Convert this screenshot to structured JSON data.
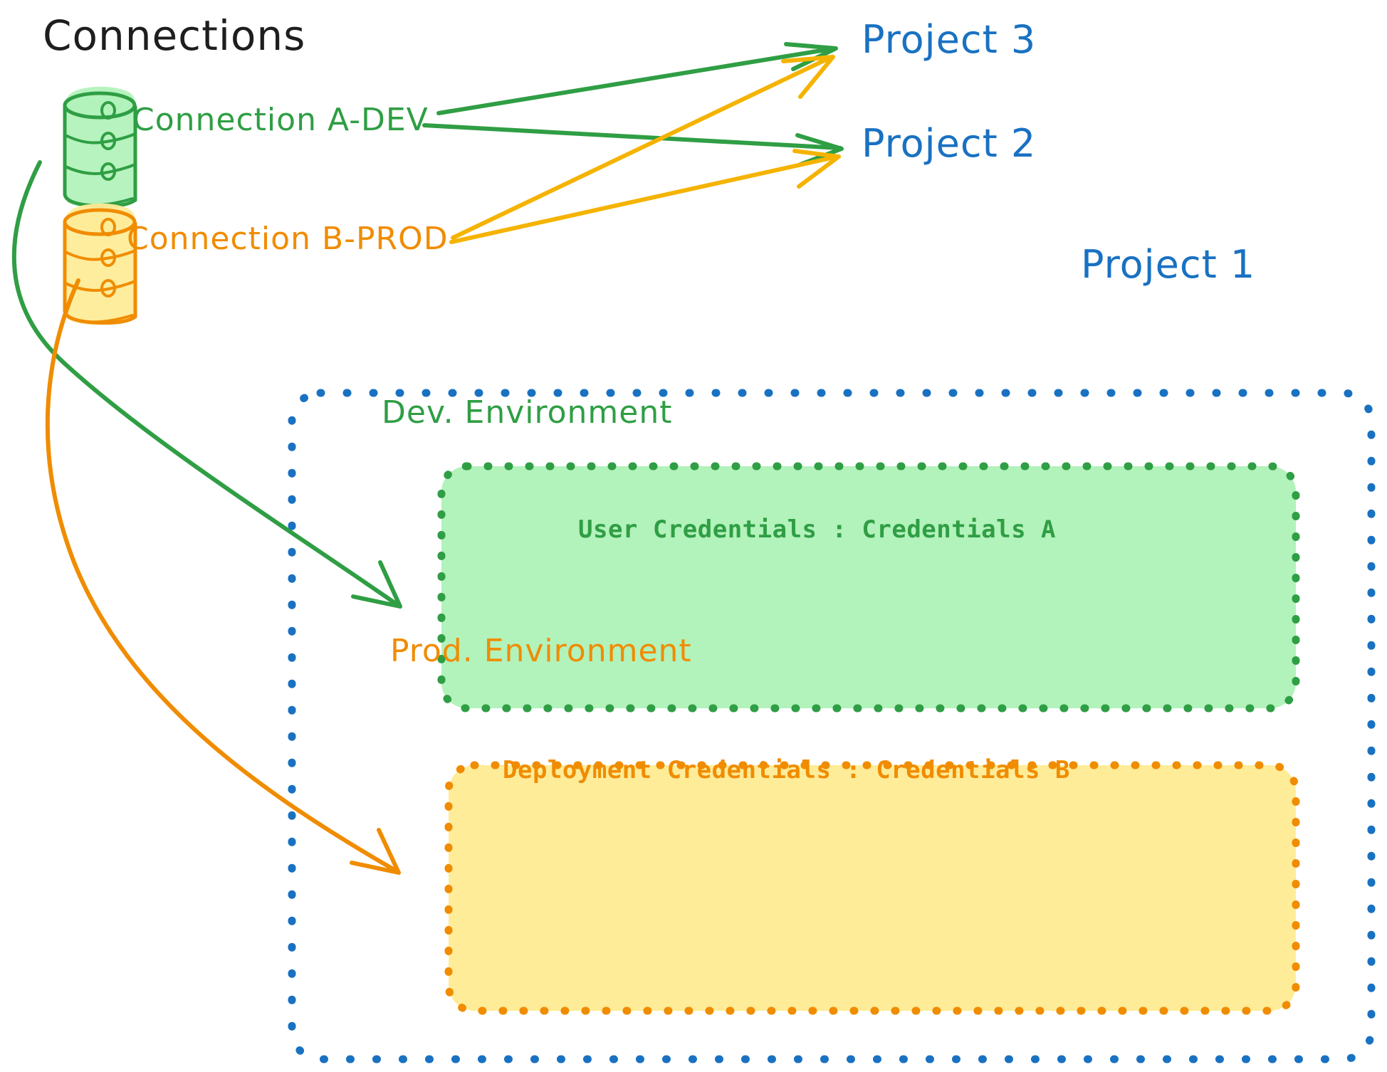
{
  "diagram": {
    "title": "Connections",
    "colors": {
      "green_stroke": "#2f9e44",
      "green_fill": "#b2f2bb",
      "orange_stroke": "#f08c00",
      "orange_fill": "#ffec99",
      "blue_stroke": "#1971c2",
      "title_black": "#1e1e1e",
      "background": "#ffffff"
    },
    "connections": [
      {
        "id": "connection-a-dev",
        "label": "Connection A-DEV",
        "color": "#2f9e44",
        "icon": "database-cylinder-icon",
        "targets": [
          "Project 3",
          "Project 2",
          "Dev. Environment"
        ]
      },
      {
        "id": "connection-b-prod",
        "label": "Connection B-PROD",
        "color": "#f08c00",
        "icon": "database-cylinder-icon",
        "targets": [
          "Project 3",
          "Project 2",
          "Prod. Environment"
        ]
      }
    ],
    "projects": [
      {
        "id": "project-3",
        "label": "Project 3"
      },
      {
        "id": "project-2",
        "label": "Project 2"
      },
      {
        "id": "project-1",
        "label": "Project 1"
      }
    ],
    "project_1_container": {
      "label": "Project 1",
      "border_style": "dotted",
      "border_color": "#1971c2",
      "environments": [
        {
          "id": "dev-environment",
          "title": "Dev. Environment",
          "credentials_label": "User Credentials",
          "credentials_separator": ":",
          "credentials_value": "Credentials A",
          "credentials_line": "User Credentials : Credentials A",
          "fill": "#b2f2bb",
          "border_color": "#2f9e44"
        },
        {
          "id": "prod-environment",
          "title": "Prod. Environment",
          "credentials_label": "Deployment Credentials",
          "credentials_separator": ":",
          "credentials_value": "Credentials B",
          "credentials_line": "Deployment Credentials : Credentials B",
          "fill": "#ffec99",
          "border_color": "#f08c00"
        }
      ]
    }
  }
}
